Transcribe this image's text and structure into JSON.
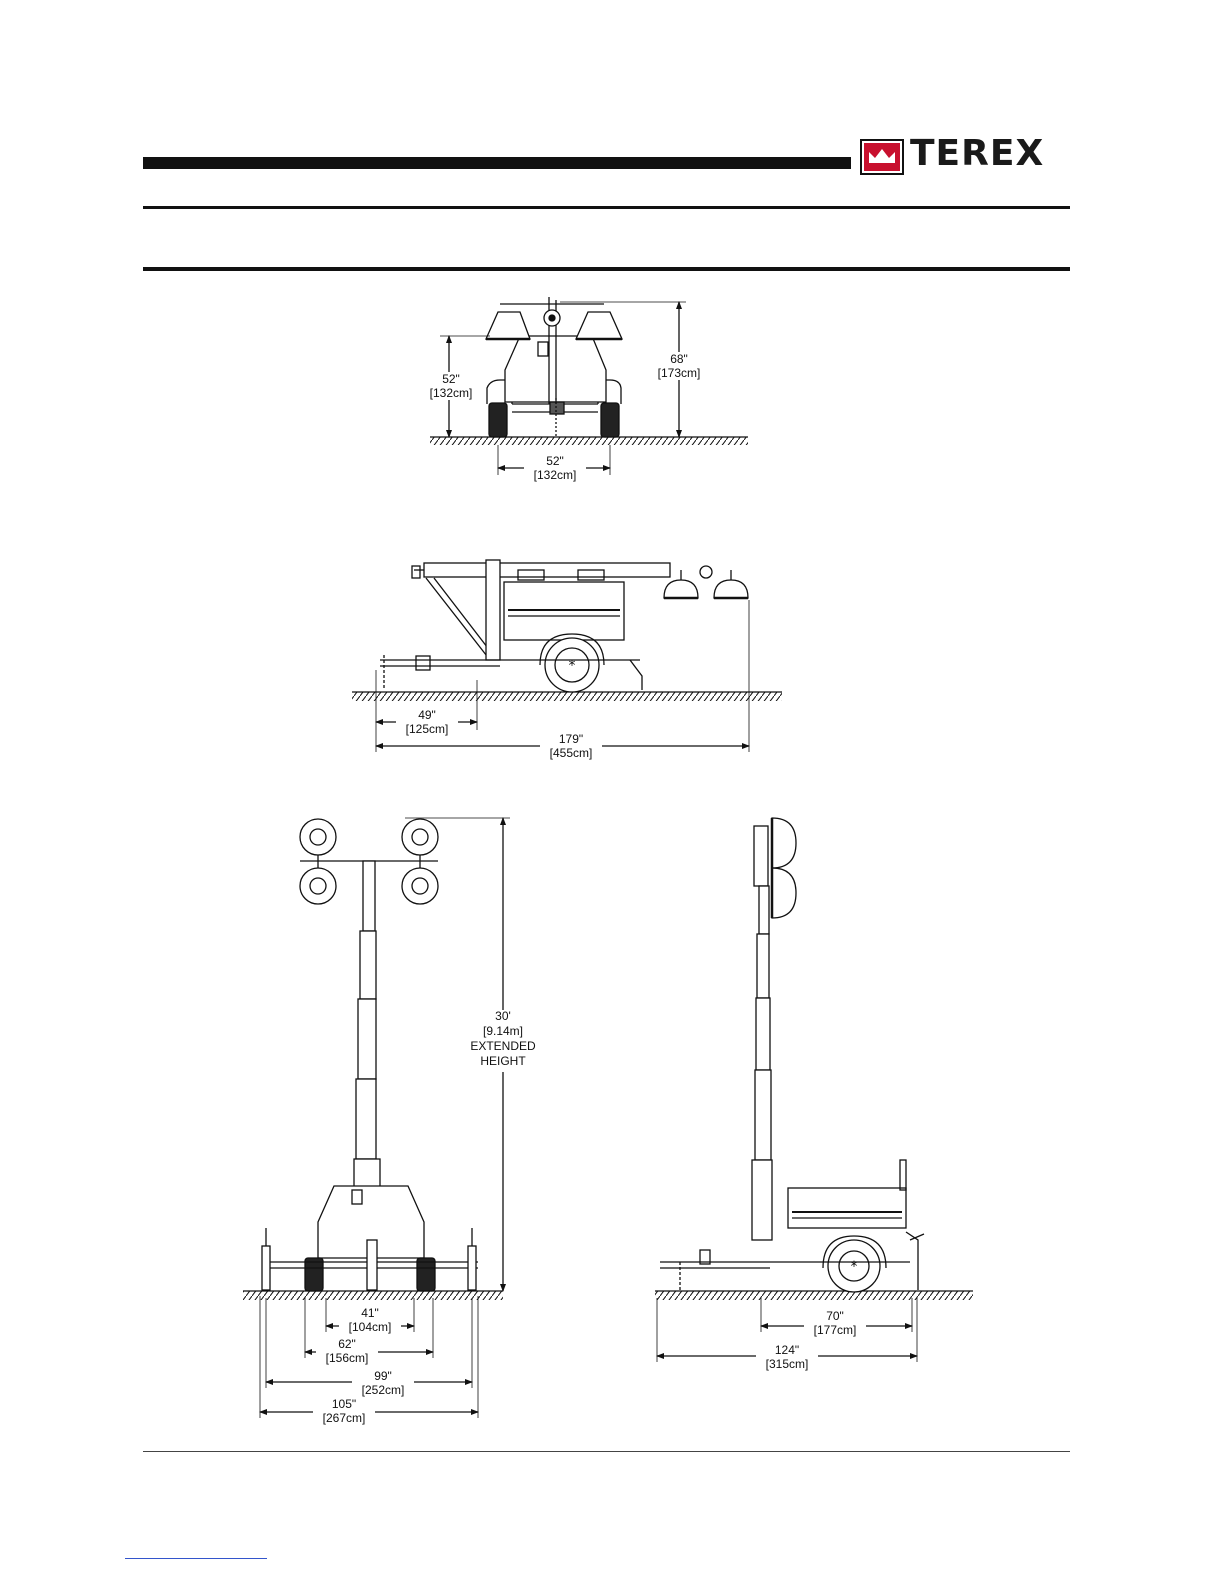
{
  "brand": {
    "name": "TEREX",
    "logo_color": "#c8102e"
  },
  "views": {
    "rear": {
      "height_left": "52\"",
      "height_left_metric": "[132cm]",
      "height_right": "68\"",
      "height_right_metric": "[173cm]",
      "width": "52\"",
      "width_metric": "[132cm]"
    },
    "side_stowed": {
      "tongue": "49\"",
      "tongue_metric": "[125cm]",
      "overall_length": "179\"",
      "overall_length_metric": "[455cm]"
    },
    "front_extended": {
      "height": "30'",
      "height_metric": "[9.14m]",
      "height_note_1": "EXTENDED",
      "height_note_2": "HEIGHT",
      "dim_1": "41\"",
      "dim_1_metric": "[104cm]",
      "dim_2": "62\"",
      "dim_2_metric": "[156cm]",
      "dim_3": "99\"",
      "dim_3_metric": "[252cm]",
      "dim_4": "105\"",
      "dim_4_metric": "[267cm]"
    },
    "side_extended": {
      "dim_1": "70\"",
      "dim_1_metric": "[177cm]",
      "dim_2": "124\"",
      "dim_2_metric": "[315cm]"
    }
  }
}
